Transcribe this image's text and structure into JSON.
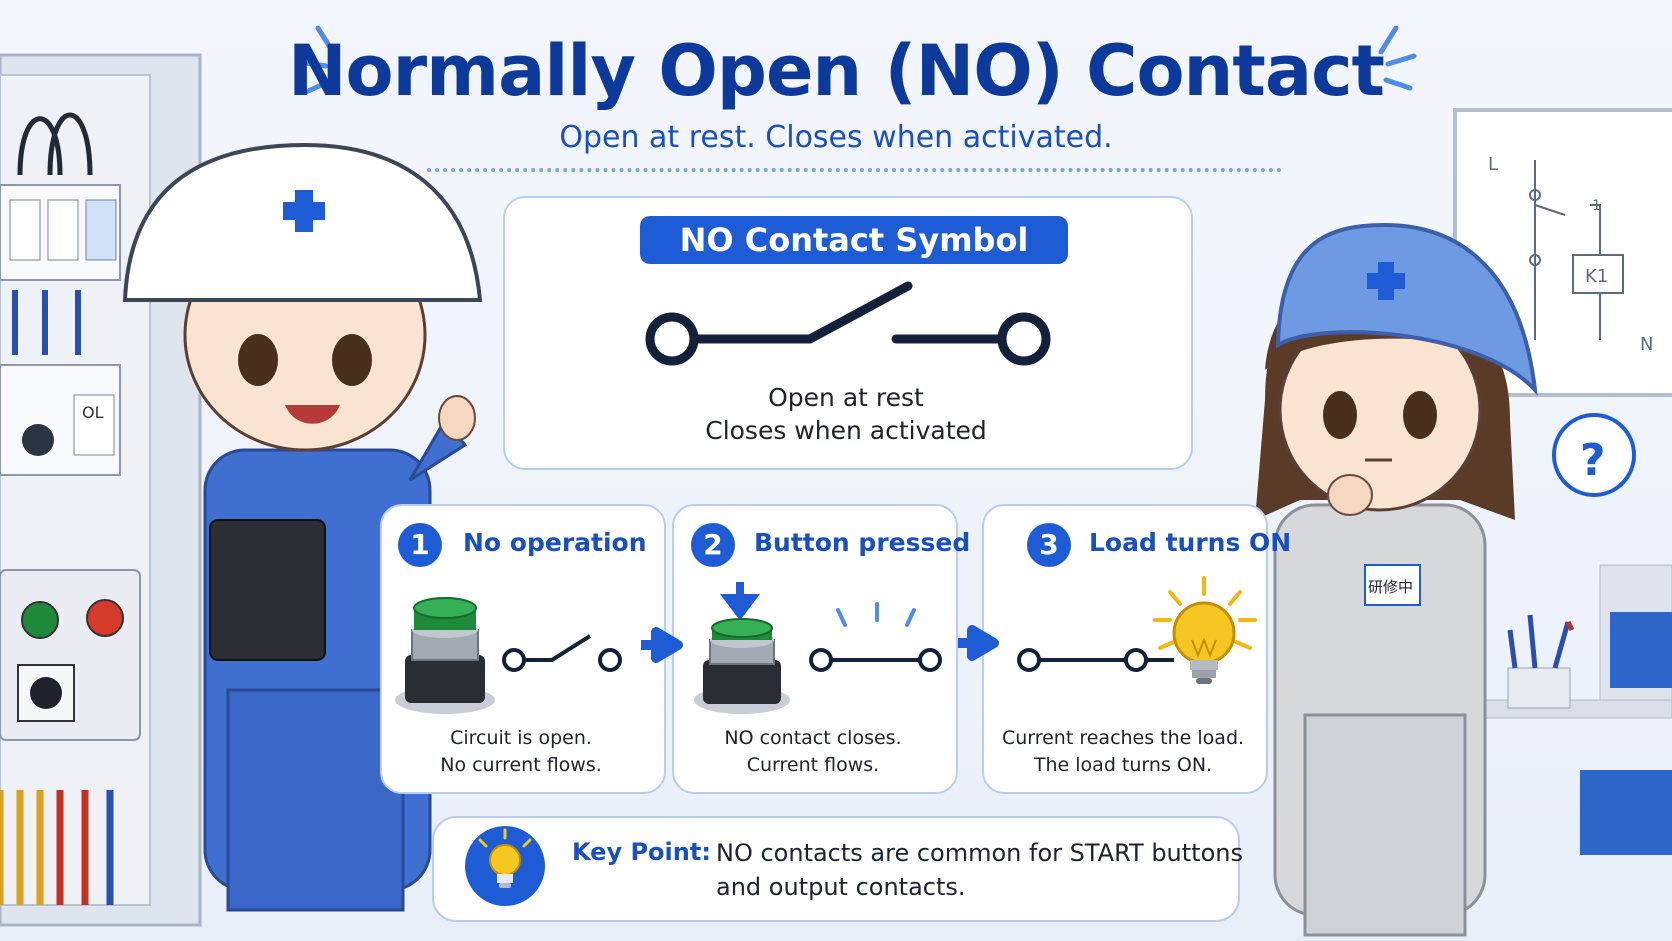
{
  "title": "Normally Open (NO) Contact",
  "subtitle": "Open at rest. Closes when activated.",
  "symbol": {
    "heading": "NO Contact Symbol",
    "caption_line1": "Open at rest",
    "caption_line2": "Closes when activated"
  },
  "steps": [
    {
      "number": "1",
      "title": "No operation",
      "desc_line1": "Circuit is open.",
      "desc_line2": "No current flows."
    },
    {
      "number": "2",
      "title": "Button pressed",
      "desc_line1": "NO contact closes.",
      "desc_line2": "Current flows."
    },
    {
      "number": "3",
      "title": "Load turns ON",
      "desc_line1": "Current reaches the load.",
      "desc_line2": "The load turns ON."
    }
  ],
  "key_point": {
    "label": "Key Point:",
    "line1": "NO contacts are common for START buttons",
    "line2": "and output contacts."
  },
  "background": {
    "panel_label": "OL",
    "badge_text": "研修中",
    "relay_label": "K1",
    "line_label": "L",
    "neutral_label": "N",
    "contact_label": "1",
    "question_mark": "?"
  },
  "colors": {
    "primary": "#1e5cd6",
    "title": "#0d3a9a",
    "button_green": "#1f8a3a",
    "bulb_yellow": "#f6c623"
  }
}
